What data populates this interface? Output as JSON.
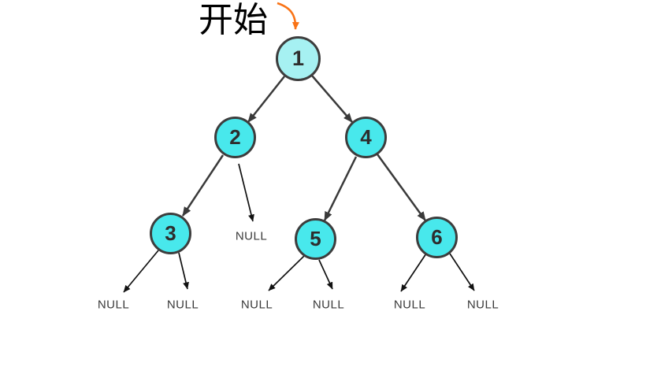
{
  "annotation": {
    "start_label": "开始"
  },
  "tree": {
    "nodes": [
      {
        "id": "n1",
        "label": "1"
      },
      {
        "id": "n2",
        "label": "2"
      },
      {
        "id": "n3",
        "label": "3"
      },
      {
        "id": "n4",
        "label": "4"
      },
      {
        "id": "n5",
        "label": "5"
      },
      {
        "id": "n6",
        "label": "6"
      }
    ],
    "edges": [
      {
        "from": "1",
        "to": "2"
      },
      {
        "from": "1",
        "to": "4"
      },
      {
        "from": "2",
        "to": "3"
      },
      {
        "from": "2",
        "to": "NULL"
      },
      {
        "from": "4",
        "to": "5"
      },
      {
        "from": "4",
        "to": "6"
      },
      {
        "from": "3",
        "to": "NULL"
      },
      {
        "from": "3",
        "to": "NULL"
      },
      {
        "from": "5",
        "to": "NULL"
      },
      {
        "from": "5",
        "to": "NULL"
      },
      {
        "from": "6",
        "to": "NULL"
      },
      {
        "from": "6",
        "to": "NULL"
      }
    ],
    "null_leaves": [
      {
        "id": "null-right-of-2",
        "label": "NULL"
      },
      {
        "id": "null-left-of-3",
        "label": "NULL"
      },
      {
        "id": "null-right-of-3",
        "label": "NULL"
      },
      {
        "id": "null-left-of-5",
        "label": "NULL"
      },
      {
        "id": "null-right-of-5",
        "label": "NULL"
      },
      {
        "id": "null-left-of-6",
        "label": "NULL"
      },
      {
        "id": "null-right-of-6",
        "label": "NULL"
      }
    ]
  },
  "colors": {
    "background": "#ffffff",
    "root_node_fill": "#a6f1f2",
    "node_fill": "#48e8ec",
    "node_border": "#3d3d3d",
    "node_text": "#2e2e2e",
    "edge": "#3a3a3a",
    "null_edge": "#111111",
    "null_text": "#3a3a3a",
    "start_arrow": "#f97316",
    "start_text": "#000000"
  }
}
